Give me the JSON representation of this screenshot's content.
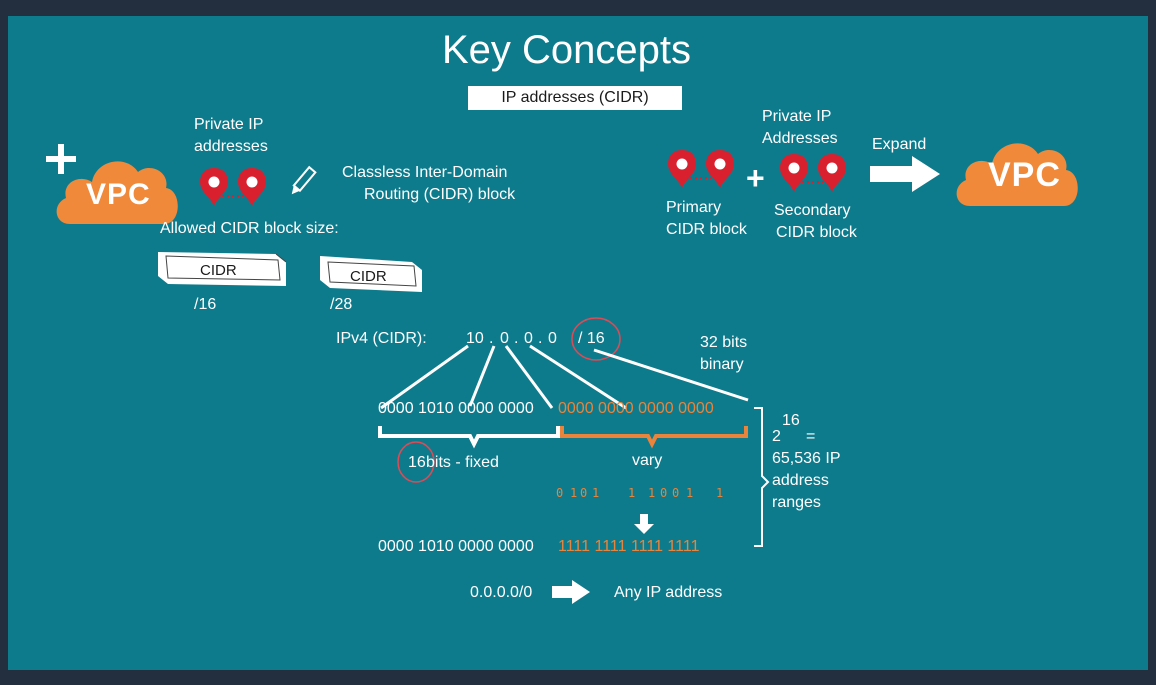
{
  "title": "Key Concepts",
  "subtitle": "IP addresses (CIDR)",
  "left": {
    "plus_glyph": "+",
    "vpc_label": "VPC",
    "private_ip_line1": "Private IP",
    "private_ip_line2": "addresses",
    "cidr_desc_line1": "Classless Inter-Domain",
    "cidr_desc_line2": "Routing (CIDR) block",
    "allowed_size_label": "Allowed CIDR block size:",
    "block_label": "CIDR",
    "size_large": "/16",
    "size_small": "/28"
  },
  "right": {
    "private_ip_line1": "Private IP",
    "private_ip_line2": "Addresses",
    "expand_label": "Expand",
    "plus_glyph": "+",
    "primary_line1": "Primary",
    "primary_line2": "CIDR block",
    "secondary_line1": "Secondary",
    "secondary_line2": "CIDR block",
    "vpc_label": "VPC"
  },
  "ipv4": {
    "label": "IPv4  (CIDR):",
    "octets": [
      "10",
      "0",
      "0",
      "0"
    ],
    "dot": ".",
    "prefix": "/ 16",
    "bits_note_line1": "32 bits",
    "bits_note_line2": "binary"
  },
  "binary": {
    "fixed": "0000 1010 0000 0000",
    "vary": "0000 0000 0000 0000",
    "fixed_brace_label_num": "16",
    "fixed_brace_label_text": " bits - fixed",
    "vary_brace_label": "vary",
    "digit_row": [
      "0",
      "1",
      "0",
      "1",
      "1",
      "1",
      "0",
      "0",
      "1",
      "1"
    ],
    "result_fixed": "0000 1010 0000 0000",
    "result_vary": "1111 1111 1111 1111",
    "range_base": "2",
    "range_exp": "16",
    "range_eq": "=",
    "range_line2": "65,536 IP",
    "range_line3": "address",
    "range_line4": "ranges"
  },
  "any": {
    "cidr": "0.0.0.0/0",
    "label": "Any IP address"
  },
  "colors": {
    "background": "#0e7b8c",
    "frame": "#232f3e",
    "accent_orange": "#e8843c",
    "pin_red": "#d9202f",
    "circle_red": "#e04a55"
  }
}
